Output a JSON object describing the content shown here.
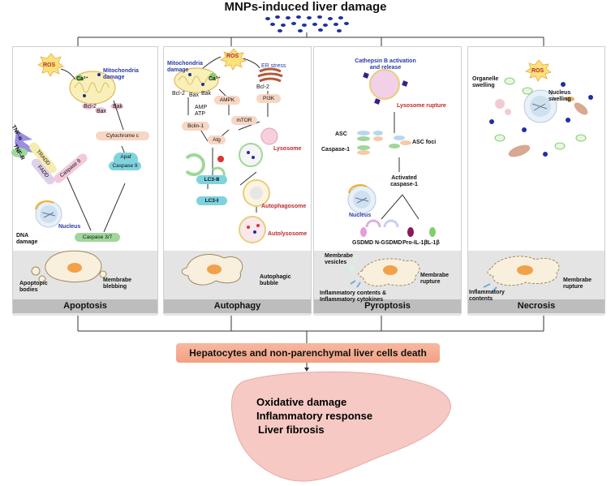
{
  "title": "MNPs-induced liver damage",
  "panels": [
    {
      "label": "Apoptosis"
    },
    {
      "label": "Autophagy"
    },
    {
      "label": "Pyroptosis"
    },
    {
      "label": "Necrosis"
    }
  ],
  "apoptosis": {
    "ros": "ROS",
    "mito": "Mitochondria damage",
    "ca": "Ca²⁺",
    "bcl2": "Bcl-2",
    "bax": "Bax",
    "bak": "Bak",
    "cytc": "Cytochrome c",
    "apaf": "Apaf",
    "casp9": "Caspase 9",
    "tnfa": "TNF-α",
    "tnfr": "TNF-R",
    "tradd": "TRADD",
    "fadd": "FADD",
    "casp8": "Caspase 8",
    "nucleus": "Nucleus",
    "dna": "DNA damage",
    "casp37": "Caspase 3/7",
    "bodies": "Apoptopic bodies",
    "blebbing": "Membrabe blebbing"
  },
  "autophagy": {
    "mito": "Mitochondria damage",
    "ros": "ROS",
    "er": "ER stress",
    "ca": "Ca²⁺",
    "bcl2a": "Bcl-2",
    "bax": "Bax",
    "bak": "Bak",
    "bcl2b": "Bcl-2",
    "amp": "AMP",
    "atp": "ATP",
    "ampk": "AMPK",
    "pi3k": "PI3K",
    "mtor": "mTOR",
    "bclin": "Bclin-1",
    "atg": "Atg",
    "lc3ii": "LC3-Ⅱ",
    "lc3i": "LC3-Ⅰ",
    "lysosome": "Lysosome",
    "autophagosome": "Autophagosome",
    "autolysosome": "Autolysosome",
    "bubble": "Autophagic bubble"
  },
  "pyroptosis": {
    "cathepsin": "Cathepsin B activation and release",
    "rupture": "Lysosome rupture",
    "asc": "ASC",
    "ascfoci": "ASC foci",
    "casp1": "Caspase-1",
    "activated": "Activated caspase-1",
    "nucleus": "Nucleus",
    "gsdmd": "GSDMD",
    "ngsdmd": "N-GSDMD",
    "proil": "Pro-IL-1β",
    "il": "IL-1β",
    "vesicles": "Membrabe vesicles",
    "mrupture": "Membrabe rupture",
    "contents": "Inflammatory contents & Inflammatory cytokines"
  },
  "necrosis": {
    "ros": "ROS",
    "organelle": "Organelle swelling",
    "nucleus": "Nucleus swelling",
    "contents": "Inflammatory contents",
    "rupture": "Membrabe rupture"
  },
  "death": "Hepatocytes and non-parenchymal liver cells death",
  "outcomes": [
    "Oxidative damage",
    "Inflammatory response",
    "Liver fibrosis"
  ],
  "colors": {
    "panel_label_bg": "#bdbdbd",
    "panel_bottom_bg": "#e4e4e4",
    "death_box": "#f2a184",
    "liver": "#f6c9c4",
    "particles": "#1f2fa0",
    "red_label": "#c0272d",
    "blue_label": "#2a3aa8"
  }
}
